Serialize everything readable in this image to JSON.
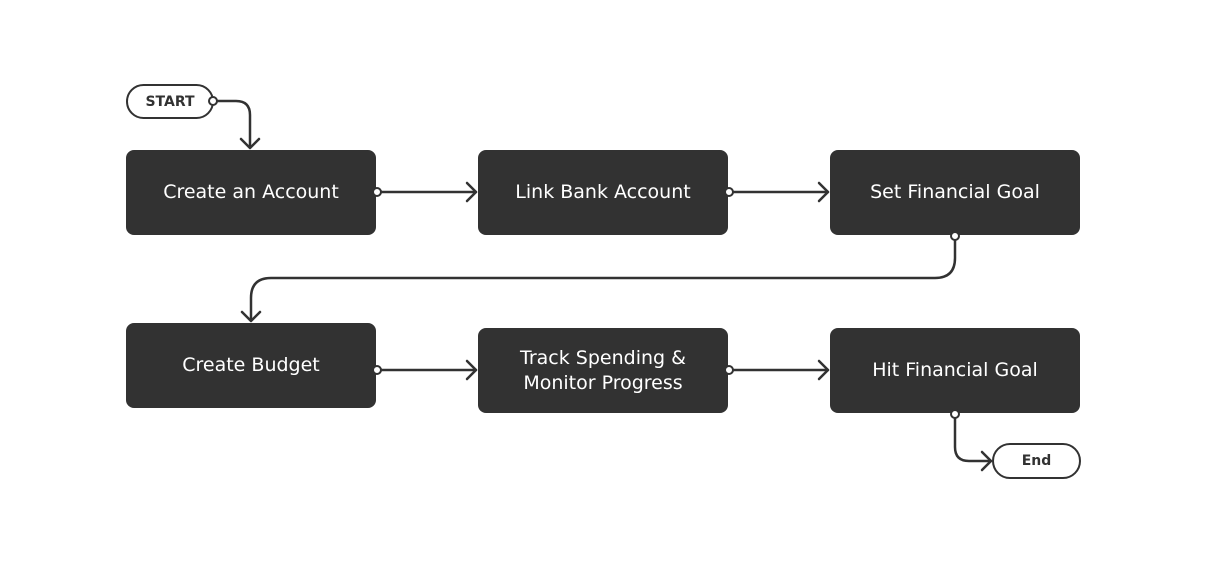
{
  "diagram": {
    "colors": {
      "node_fill": "#323232",
      "node_text": "#ffffff",
      "terminal_border": "#323232",
      "connector": "#323232",
      "background": "#ffffff"
    },
    "start_label": "START",
    "end_label": "End",
    "steps": [
      {
        "label": "Create an Account"
      },
      {
        "label": "Link Bank Account"
      },
      {
        "label": "Set Financial Goal"
      },
      {
        "label": "Create Budget"
      },
      {
        "label": "Track Spending &\nMonitor Progress"
      },
      {
        "label": "Hit Financial Goal"
      }
    ],
    "edges": [
      {
        "from": "START",
        "to": "Create an Account"
      },
      {
        "from": "Create an Account",
        "to": "Link Bank Account"
      },
      {
        "from": "Link Bank Account",
        "to": "Set Financial Goal"
      },
      {
        "from": "Set Financial Goal",
        "to": "Create Budget"
      },
      {
        "from": "Create Budget",
        "to": "Track Spending & Monitor Progress"
      },
      {
        "from": "Track Spending & Monitor Progress",
        "to": "Hit Financial Goal"
      },
      {
        "from": "Hit Financial Goal",
        "to": "End"
      }
    ]
  }
}
